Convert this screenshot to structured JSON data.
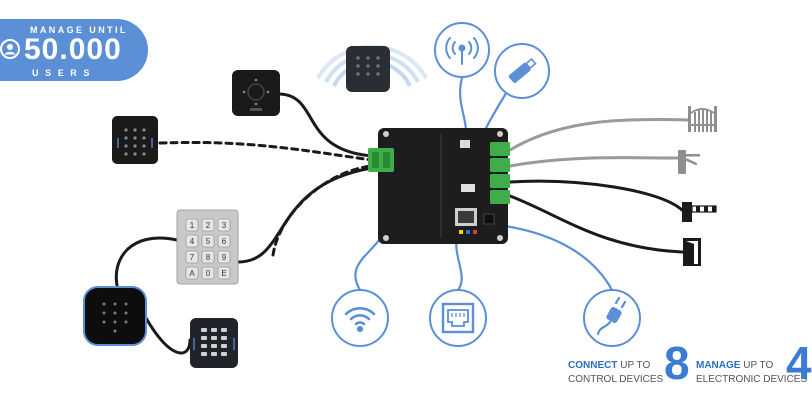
{
  "badge": {
    "top_text": "MANAGE UNTIL",
    "number": "50.000",
    "bottom_text": "USERS",
    "icon": "user-icon"
  },
  "footer": {
    "connect_strong": "CONNECT",
    "connect_rest": " UP TO",
    "connect_sub": "CONTROL DEVICES",
    "connect_count": "8",
    "manage_strong": "MANAGE",
    "manage_rest": " UP TO",
    "manage_sub": "ELECTRONIC DEVICES",
    "manage_count": "4"
  },
  "keypad": {
    "keys": [
      "1",
      "2",
      "3",
      "4",
      "5",
      "6",
      "7",
      "8",
      "9",
      "A",
      "0",
      "E"
    ]
  },
  "icons": {
    "top": [
      "antenna-icon",
      "usb-stick-icon"
    ],
    "bottom": [
      "wifi-icon",
      "ethernet-icon",
      "power-plug-icon"
    ],
    "outputs": [
      "gate-icon",
      "turnstile-icon",
      "barrier-icon",
      "door-icon"
    ]
  },
  "colors": {
    "accent": "#5b8fd6",
    "controller": "#1d1d1d",
    "terminal": "#3fae49",
    "cable_black": "#1a1a1a",
    "cable_grey": "#9a9a9a",
    "cable_blue": "#5b8fd6"
  }
}
